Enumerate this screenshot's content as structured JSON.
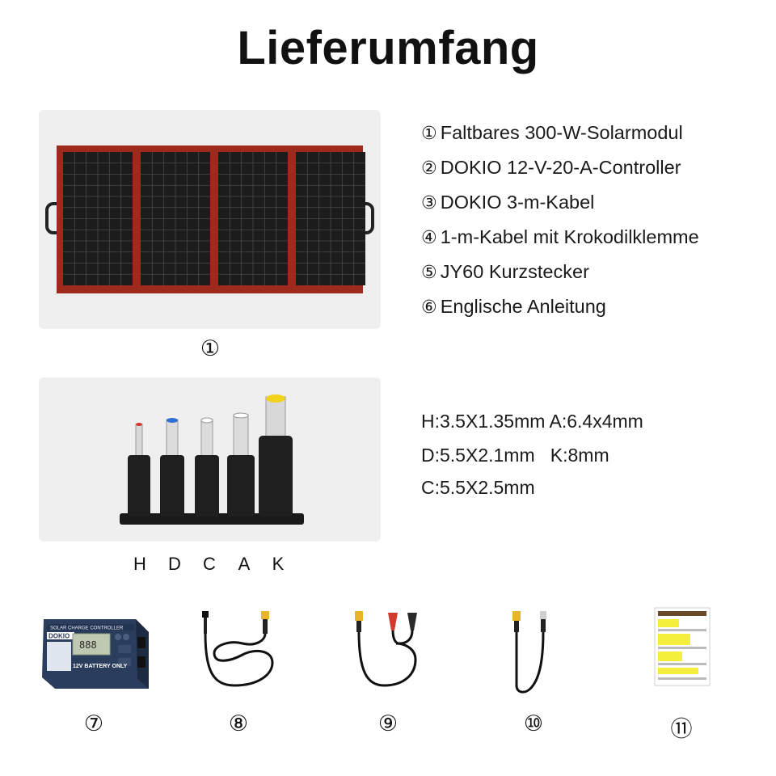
{
  "title": "Lieferumfang",
  "markers": {
    "panel": "①"
  },
  "contents": [
    {
      "num": "①",
      "text": "Faltbares 300-W-Solarmodul"
    },
    {
      "num": "②",
      "text": "DOKIO 12-V-20-A-Controller"
    },
    {
      "num": "③",
      "text": "DOKIO 3-m-Kabel"
    },
    {
      "num": "④",
      "text": "1-m-Kabel mit Krokodilklemme"
    },
    {
      "num": "⑤",
      "text": "JY60 Kurzstecker"
    },
    {
      "num": "⑥",
      "text": "Englische Anleitung"
    }
  ],
  "specs": [
    "H:3.5X1.35mm A:6.4x4mm",
    "D:5.5X2.1mm   K:8mm",
    "C:5.5X2.5mm"
  ],
  "plug_letters": [
    "H",
    "D",
    "C",
    "A",
    "K"
  ],
  "items": [
    {
      "num": "⑦",
      "icon": "charge-controller-icon"
    },
    {
      "num": "⑧",
      "icon": "extension-cable-icon"
    },
    {
      "num": "⑨",
      "icon": "alligator-clip-cable-icon"
    },
    {
      "num": "⑩",
      "icon": "short-connector-cable-icon"
    },
    {
      "num": "⑪",
      "icon": "manual-icon"
    }
  ],
  "controller": {
    "heading": "SOLAR CHARGE CONTROLLER",
    "brand": "DOKIO",
    "lcd": "888",
    "battery_note": "12V BATTERY ONLY"
  },
  "colors": {
    "panel_frame": "#9e2a1d",
    "panel_cell": "#1c1c1c",
    "plug_body": "#1f1f1f",
    "tip_blue": "#2f6fd6",
    "tip_yellow": "#f2d21b",
    "tip_red": "#d23a2e",
    "controller_body": "#2b3d5c",
    "xt60_yellow": "#e7b42a",
    "manual_yellow": "#f4ef3a"
  }
}
